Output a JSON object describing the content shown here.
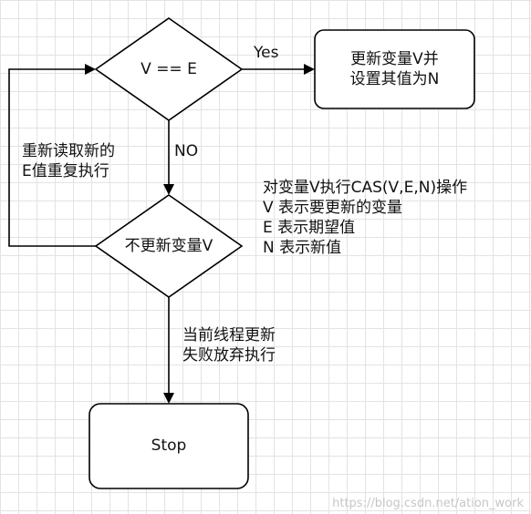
{
  "nodes": {
    "decision_compare": "V == E",
    "action_update": [
      "更新变量V并",
      "设置其值为N"
    ],
    "decision_changed": "不更新变量V",
    "terminal_stop": "Stop"
  },
  "edges": {
    "yes_label": "Yes",
    "no_label": "NO",
    "retry_label": [
      "重新读取新的",
      "E值重复执行"
    ],
    "fail_label": [
      "当前线程更新",
      "失败放弃执行"
    ]
  },
  "annotation": [
    "对变量V执行CAS(V,E,N)操作",
    "V 表示要更新的变量",
    "E 表示期望值",
    "N 表示新值"
  ],
  "watermark": "https://blog.csdn.net/ation_work",
  "colors": {
    "stroke": "#000000",
    "fill": "#ffffff",
    "grid": "#e3e3e3",
    "watermark": "#c7c7c7"
  }
}
